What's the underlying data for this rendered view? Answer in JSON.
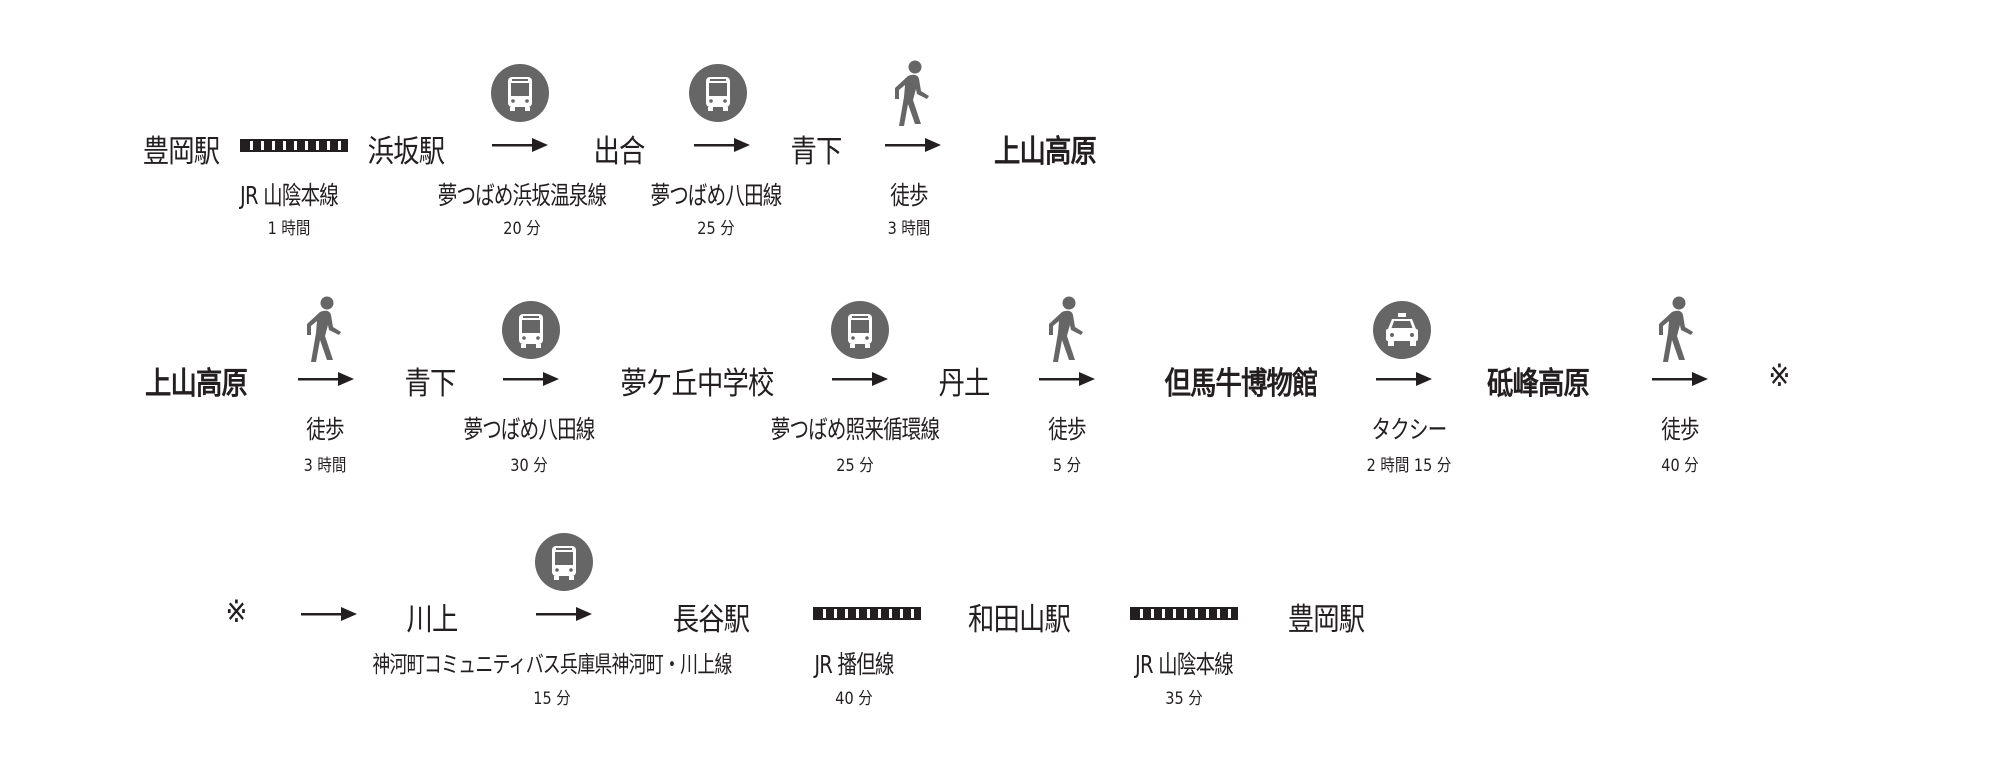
{
  "row1": {
    "stations": [
      "豊岡駅",
      "浜坂駅",
      "出合",
      "青下",
      "上山高原"
    ],
    "segments": [
      {
        "mode": "rail",
        "line": "JR 山陰本線",
        "time": "1 時間"
      },
      {
        "mode": "bus",
        "line": "夢つばめ浜坂温泉線",
        "time": "20 分"
      },
      {
        "mode": "bus",
        "line": "夢つばめ八田線",
        "time": "25 分"
      },
      {
        "mode": "walk",
        "line": "徒歩",
        "time": "3 時間"
      }
    ]
  },
  "row2": {
    "stations": [
      "上山高原",
      "青下",
      "夢ケ丘中学校",
      "丹土",
      "但馬牛博物館",
      "砥峰高原",
      "※"
    ],
    "segments": [
      {
        "mode": "walk",
        "line": "徒歩",
        "time": "3 時間"
      },
      {
        "mode": "bus",
        "line": "夢つばめ八田線",
        "time": "30 分"
      },
      {
        "mode": "bus",
        "line": "夢つばめ照来循環線",
        "time": "25 分"
      },
      {
        "mode": "walk",
        "line": "徒歩",
        "time": "5 分"
      },
      {
        "mode": "taxi",
        "line": "タクシー",
        "time": "2 時間 15 分"
      },
      {
        "mode": "walk",
        "line": "徒歩",
        "time": "40 分"
      }
    ]
  },
  "row3": {
    "stations": [
      "※",
      "川上",
      "長谷駅",
      "和田山駅",
      "豊岡駅"
    ],
    "segments": [
      {
        "mode": "arrow"
      },
      {
        "mode": "bus",
        "line": "神河町コミュニティバス兵庫県神河町・川上線",
        "time": "15 分"
      },
      {
        "mode": "rail",
        "line": "JR 播但線",
        "time": "40 分"
      },
      {
        "mode": "rail",
        "line": "JR 山陰本線",
        "time": "35 分"
      }
    ]
  },
  "colors": {
    "icon": "#666666",
    "text": "#231f20"
  }
}
